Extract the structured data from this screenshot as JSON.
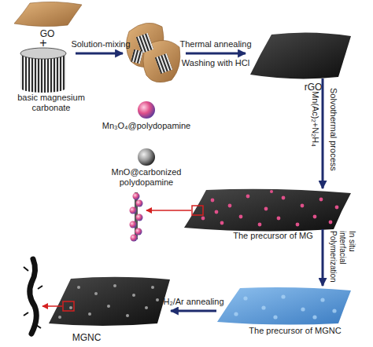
{
  "diagram": {
    "nodes": [
      {
        "text": [
          "GO"
        ]
      },
      {
        "text": [
          "basic magnesium carbonate"
        ]
      },
      {
        "text": [
          "rGO"
        ]
      },
      {
        "text": [
          "The precursor of MG"
        ]
      },
      {
        "text": [
          "The precursor of MGNC"
        ]
      },
      {
        "text": [
          "MGNC"
        ]
      }
    ],
    "edges": [
      {
        "from": 2,
        "to": 3,
        "arrow": "to",
        "label": "Solvothermal process"
      },
      {
        "from": 3,
        "to": 4,
        "arrow": "to",
        "label": "In situ interfacial Polymerization"
      },
      {
        "from": 4,
        "to": 5,
        "arrow": "to",
        "label": "H₂/Ar annealing"
      }
    ],
    "labels": [
      "+",
      "Solution-mixing",
      "Thermal annealing",
      "Washing with HCl",
      "Mn(Ac)₂+N₂H₄"
    ],
    "legend": [
      {
        "text": "Mn₃O₄@polydopamine"
      },
      {
        "text": "MnO@carbonized polydopamine"
      }
    ]
  }
}
